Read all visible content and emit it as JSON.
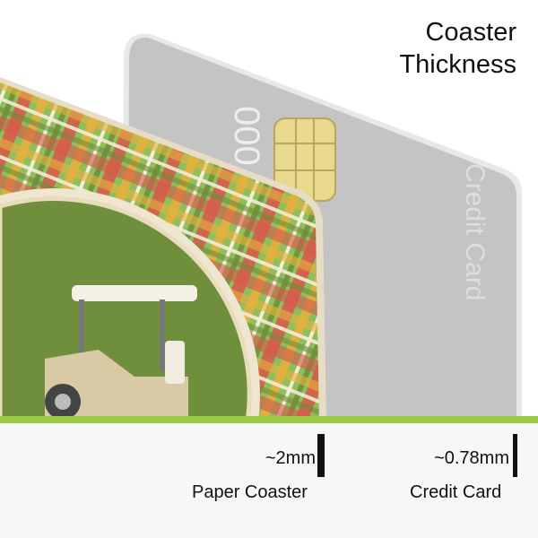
{
  "title": {
    "line1": "Coaster",
    "line2": "Thickness"
  },
  "card": {
    "number_fragment": "000",
    "label": "Credit Card",
    "color": "#c4c4c4"
  },
  "coaster": {
    "plaid_colors": [
      "#d9574b",
      "#e8b13e",
      "#8ebf5a",
      "#f5ecd8",
      "#6f8a3a"
    ],
    "center_color": "#6f8f3c"
  },
  "accent_color": "#9ccc47",
  "comparison": [
    {
      "thickness": "~2mm",
      "name": "Paper Coaster"
    },
    {
      "thickness": "~0.78mm",
      "name": "Credit Card"
    }
  ]
}
